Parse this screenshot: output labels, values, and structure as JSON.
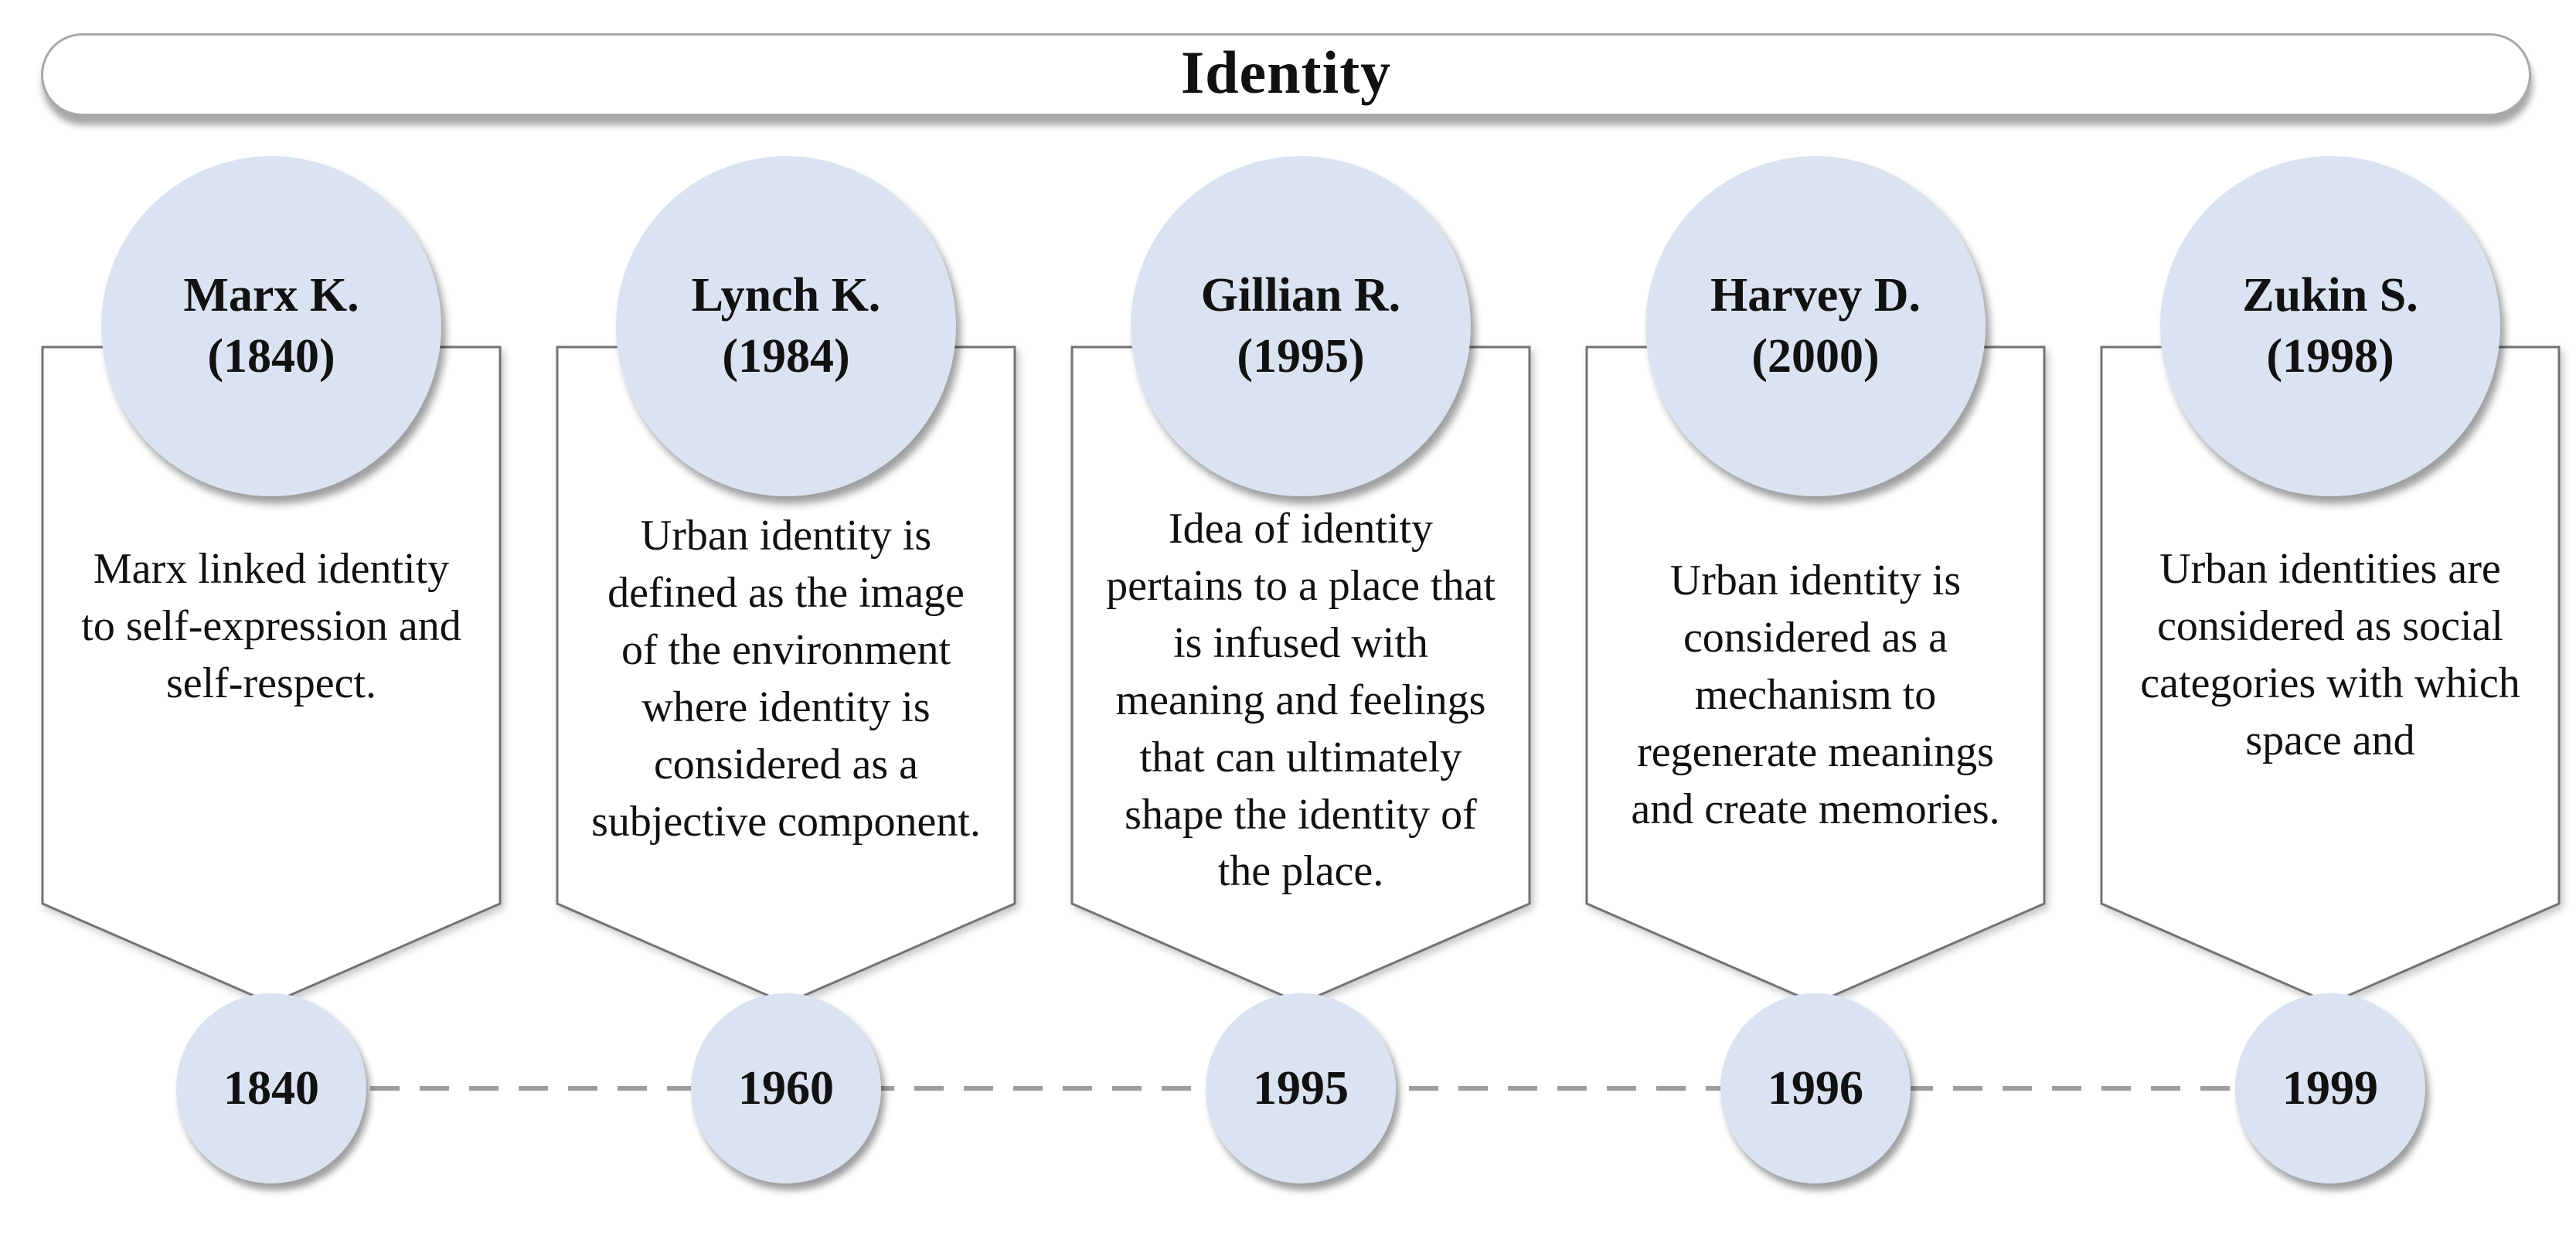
{
  "title": "Identity",
  "columns": [
    {
      "author": "Marx K.",
      "author_year": "(1840)",
      "description": "Marx linked identity\nto self-expression and\nself-respect.",
      "timeline_year": "1840"
    },
    {
      "author": "Lynch K.",
      "author_year": "(1984)",
      "description": "Urban identity is\ndefined as the image\nof the environment\nwhere identity is\nconsidered as a\nsubjective component.",
      "timeline_year": "1960"
    },
    {
      "author": "Gillian R.",
      "author_year": "(1995)",
      "description": "Idea of identity\npertains to a place that\nis infused with\nmeaning and feelings\nthat can ultimately\nshape the identity of\nthe place.",
      "timeline_year": "1995"
    },
    {
      "author": "Harvey D.",
      "author_year": "(2000)",
      "description": "Urban identity is\nconsidered as a\nmechanism to\nregenerate meanings\nand create memories.",
      "timeline_year": "1996"
    },
    {
      "author": "Zukin S.",
      "author_year": "(1998)",
      "description": "Urban identities are\nconsidered as social\ncategories with which\nspace and",
      "timeline_year": "1999"
    }
  ],
  "colors": {
    "circle_fill": "#dbe3f2",
    "pennant_outline": "#737373",
    "banner_border": "#a9a9a9",
    "dashed_line": "#9e9e9e",
    "text": "#111111"
  }
}
